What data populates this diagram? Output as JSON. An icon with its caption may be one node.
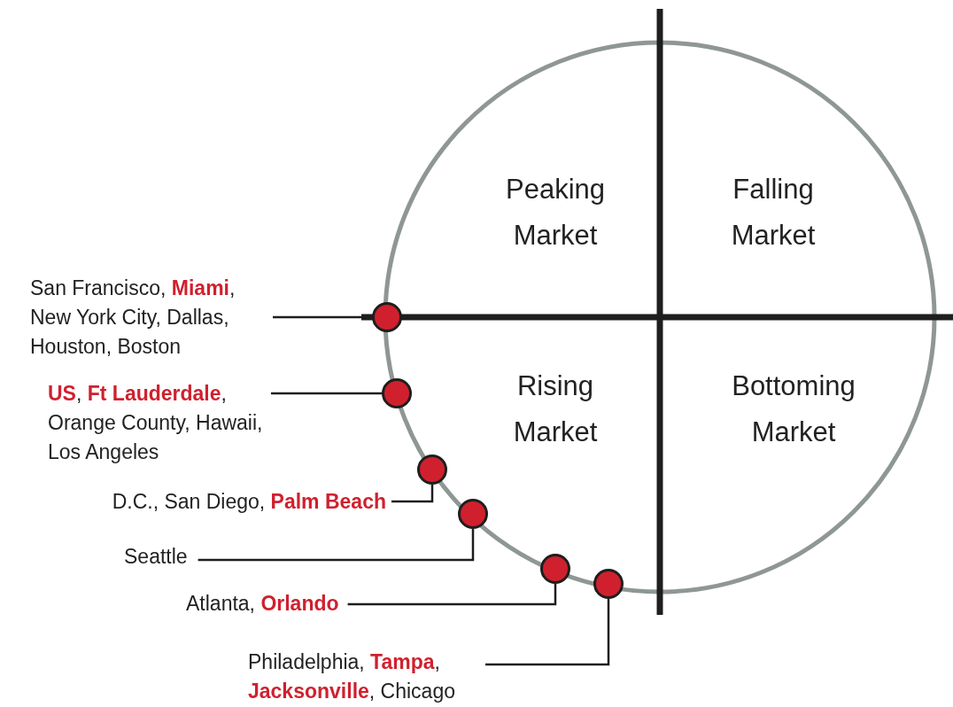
{
  "diagram": {
    "nodes": [
      {
        "text": [
          "San Francisco, **Miami**, New York City, Dallas, Houston, Boston"
        ]
      },
      {
        "text": [
          "**US**, **Ft Lauderdale**, Orange County, Hawaii, Los Angeles"
        ]
      },
      {
        "text": [
          "D.C., San Diego, **Palm Beach**"
        ]
      },
      {
        "text": [
          "Seattle"
        ]
      },
      {
        "text": [
          "Atlanta, **Orlando**"
        ]
      },
      {
        "text": [
          "Philadelphia, **Tampa**, **Jacksonville**, Chicago"
        ]
      },
      {
        "text": [],
        "shape": "circle"
      },
      {
        "text": [],
        "shape": "circle"
      },
      {
        "text": [],
        "shape": "circle"
      },
      {
        "text": [],
        "shape": "circle"
      },
      {
        "text": [],
        "shape": "circle"
      },
      {
        "text": [],
        "shape": "circle"
      }
    ],
    "edges": [
      {
        "from": 0,
        "to": 6,
        "arrow": "none"
      },
      {
        "from": 1,
        "to": 7,
        "arrow": "none"
      },
      {
        "from": 2,
        "to": 8,
        "arrow": "none"
      },
      {
        "from": 3,
        "to": 9,
        "arrow": "none"
      },
      {
        "from": 4,
        "to": 10,
        "arrow": "none"
      },
      {
        "from": 5,
        "to": 11,
        "arrow": "none"
      }
    ],
    "labels": [
      "Peaking Market",
      "Falling Market",
      "Rising Market",
      "Bottoming Market"
    ]
  }
}
